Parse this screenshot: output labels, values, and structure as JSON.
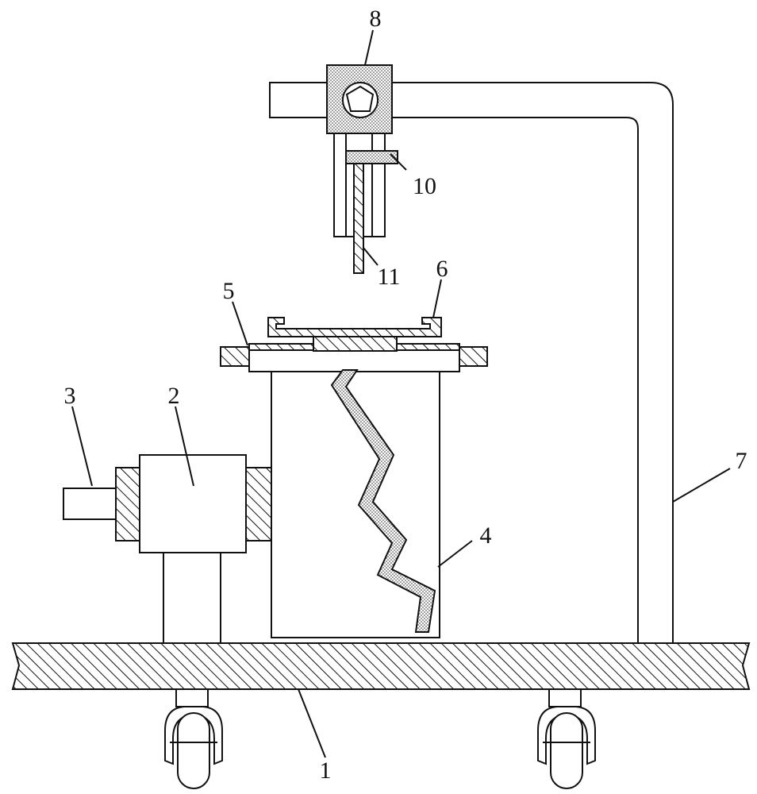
{
  "labels": {
    "base_plate": "1",
    "motor": "2",
    "motor_shaft": "3",
    "mixing_tank": "4",
    "lid_flange": "5",
    "clamp": "6",
    "support_frame": "7",
    "drive_head": "8",
    "collar": "10",
    "rod": "11"
  }
}
